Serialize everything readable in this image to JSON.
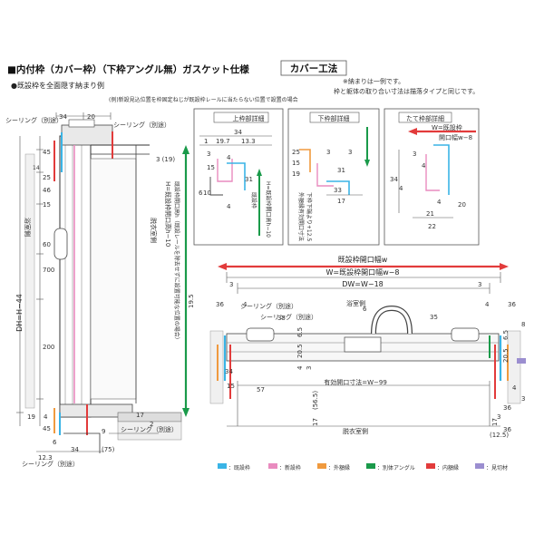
{
  "title": "■内付枠（カバー枠）（下枠アングル無）ガスケット仕様",
  "badge": "カバー工法",
  "subtitle": "●既設枠を全面隠す納まり例",
  "notes": [
    "※納まりは一例です。",
    "枠と躯体の取り合い寸法は描落タイプと同じです。"
  ],
  "left_note": "(例)新設見込位置を枠固定ねじが既設枠レールに当たらない位置で設置の場合",
  "detail_titles": {
    "top": "上枠部詳細",
    "bottom": "下枠部詳細",
    "side": "たて枠部詳細"
  },
  "detail_top": {
    "d1": "34",
    "d2": "1",
    "d3": "19.7",
    "d4": "13.3",
    "d5": "6",
    "d6": "10",
    "d7": "15",
    "d8": "31",
    "d9": "4",
    "d10": "4",
    "d11": "3",
    "label_v": "既設枠",
    "label_v2": "H=既設枠開口高h−10"
  },
  "detail_bottom": {
    "d1": "25",
    "d2": "15",
    "d3": "19",
    "d4": "31",
    "d5": "33",
    "d6": "17",
    "d7": "3",
    "d8": "3",
    "label_v": "外額縁有効開口寸法",
    "label_v2": "下枠下端より+12.5"
  },
  "detail_side": {
    "d1": "34",
    "d2": "4",
    "d3": "3",
    "d4": "20",
    "d5": "21",
    "d6": "22",
    "d7": "4",
    "d8": "4",
    "label1": "W=既設枠",
    "label2": "開口幅w−8"
  },
  "left_dims": {
    "d20": "20",
    "d34": "34",
    "d45a": "45",
    "d14": "14",
    "d25": "25",
    "d46": "46",
    "d15": "15",
    "d60": "60",
    "d700": "700",
    "d200": "200",
    "d19": "19",
    "d4": "4",
    "d45b": "45",
    "d6": "6",
    "d12_3": "12.3",
    "d34b": "34",
    "d75": "(75)",
    "d17": "17",
    "d2": "2",
    "d3_19": "3 (19)",
    "d3": "3",
    "d9": "9"
  },
  "left_labels": {
    "sealing_top": "シーリング（別途）",
    "sealing_right": "シーリング（別途）",
    "sealing_bottom": "シーリング（別途）",
    "sealing_bottom2": "シーリング（別途）",
    "yokushitsu": "浴室側",
    "datsuishitsu": "脱衣室側",
    "dh": "DH=H−44",
    "h_main": "H=既設枠開口高h−10",
    "h_sub": "既設枠開口高h（既設レールを除去せずに設置可能な位置の場合）",
    "h_val": "19.5"
  },
  "plan_dims": {
    "w_top": "既設枠開口幅w",
    "w_mid": "W=既設枠開口幅w−8",
    "dw": "DW=W−18",
    "d36a": "36",
    "d36b": "36",
    "d3a": "3",
    "d3b": "3",
    "d4a": "4",
    "d4b": "4",
    "d35a": "35",
    "d35b": "35",
    "d6": "6",
    "d6_5": "6.5",
    "d20_5": "20.5",
    "d4c": "4",
    "d3c": "3",
    "d34": "34",
    "d15": "15",
    "d57": "57",
    "d56_5": "(56.5)",
    "d17a": "17",
    "d17b": "17",
    "d36c": "36",
    "d3d": "3",
    "d12_5": "(12.5)",
    "d3e": "3",
    "d4d": "4",
    "d36d": "36",
    "d8": "8",
    "d6_5b": "6.5",
    "d20_5b": "20.5",
    "opening": "有効開口寸法=W−99"
  },
  "plan_labels": {
    "sealing1": "シーリング（別途）",
    "sealing2": "シーリング（別途）",
    "yokushitsu": "浴室側",
    "datsuishitsu": "脱衣室側"
  },
  "legend": [
    {
      "label": "：既設枠",
      "color": "#3ab4e6"
    },
    {
      "label": "：新設枠",
      "color": "#e98bbf"
    },
    {
      "label": "：外額縁",
      "color": "#f09a3e"
    },
    {
      "label": "：別体アングル",
      "color": "#1a9a4a"
    },
    {
      "label": "：内額縁",
      "color": "#e23b3b"
    },
    {
      "label": "：見切材",
      "color": "#9b8ed0"
    }
  ],
  "colors": {
    "red": "#e23b3b",
    "green": "#1a9a4a",
    "pink": "#e98bbf",
    "blue": "#3ab4e6",
    "orange": "#f09a3e",
    "purple": "#9b8ed0"
  }
}
